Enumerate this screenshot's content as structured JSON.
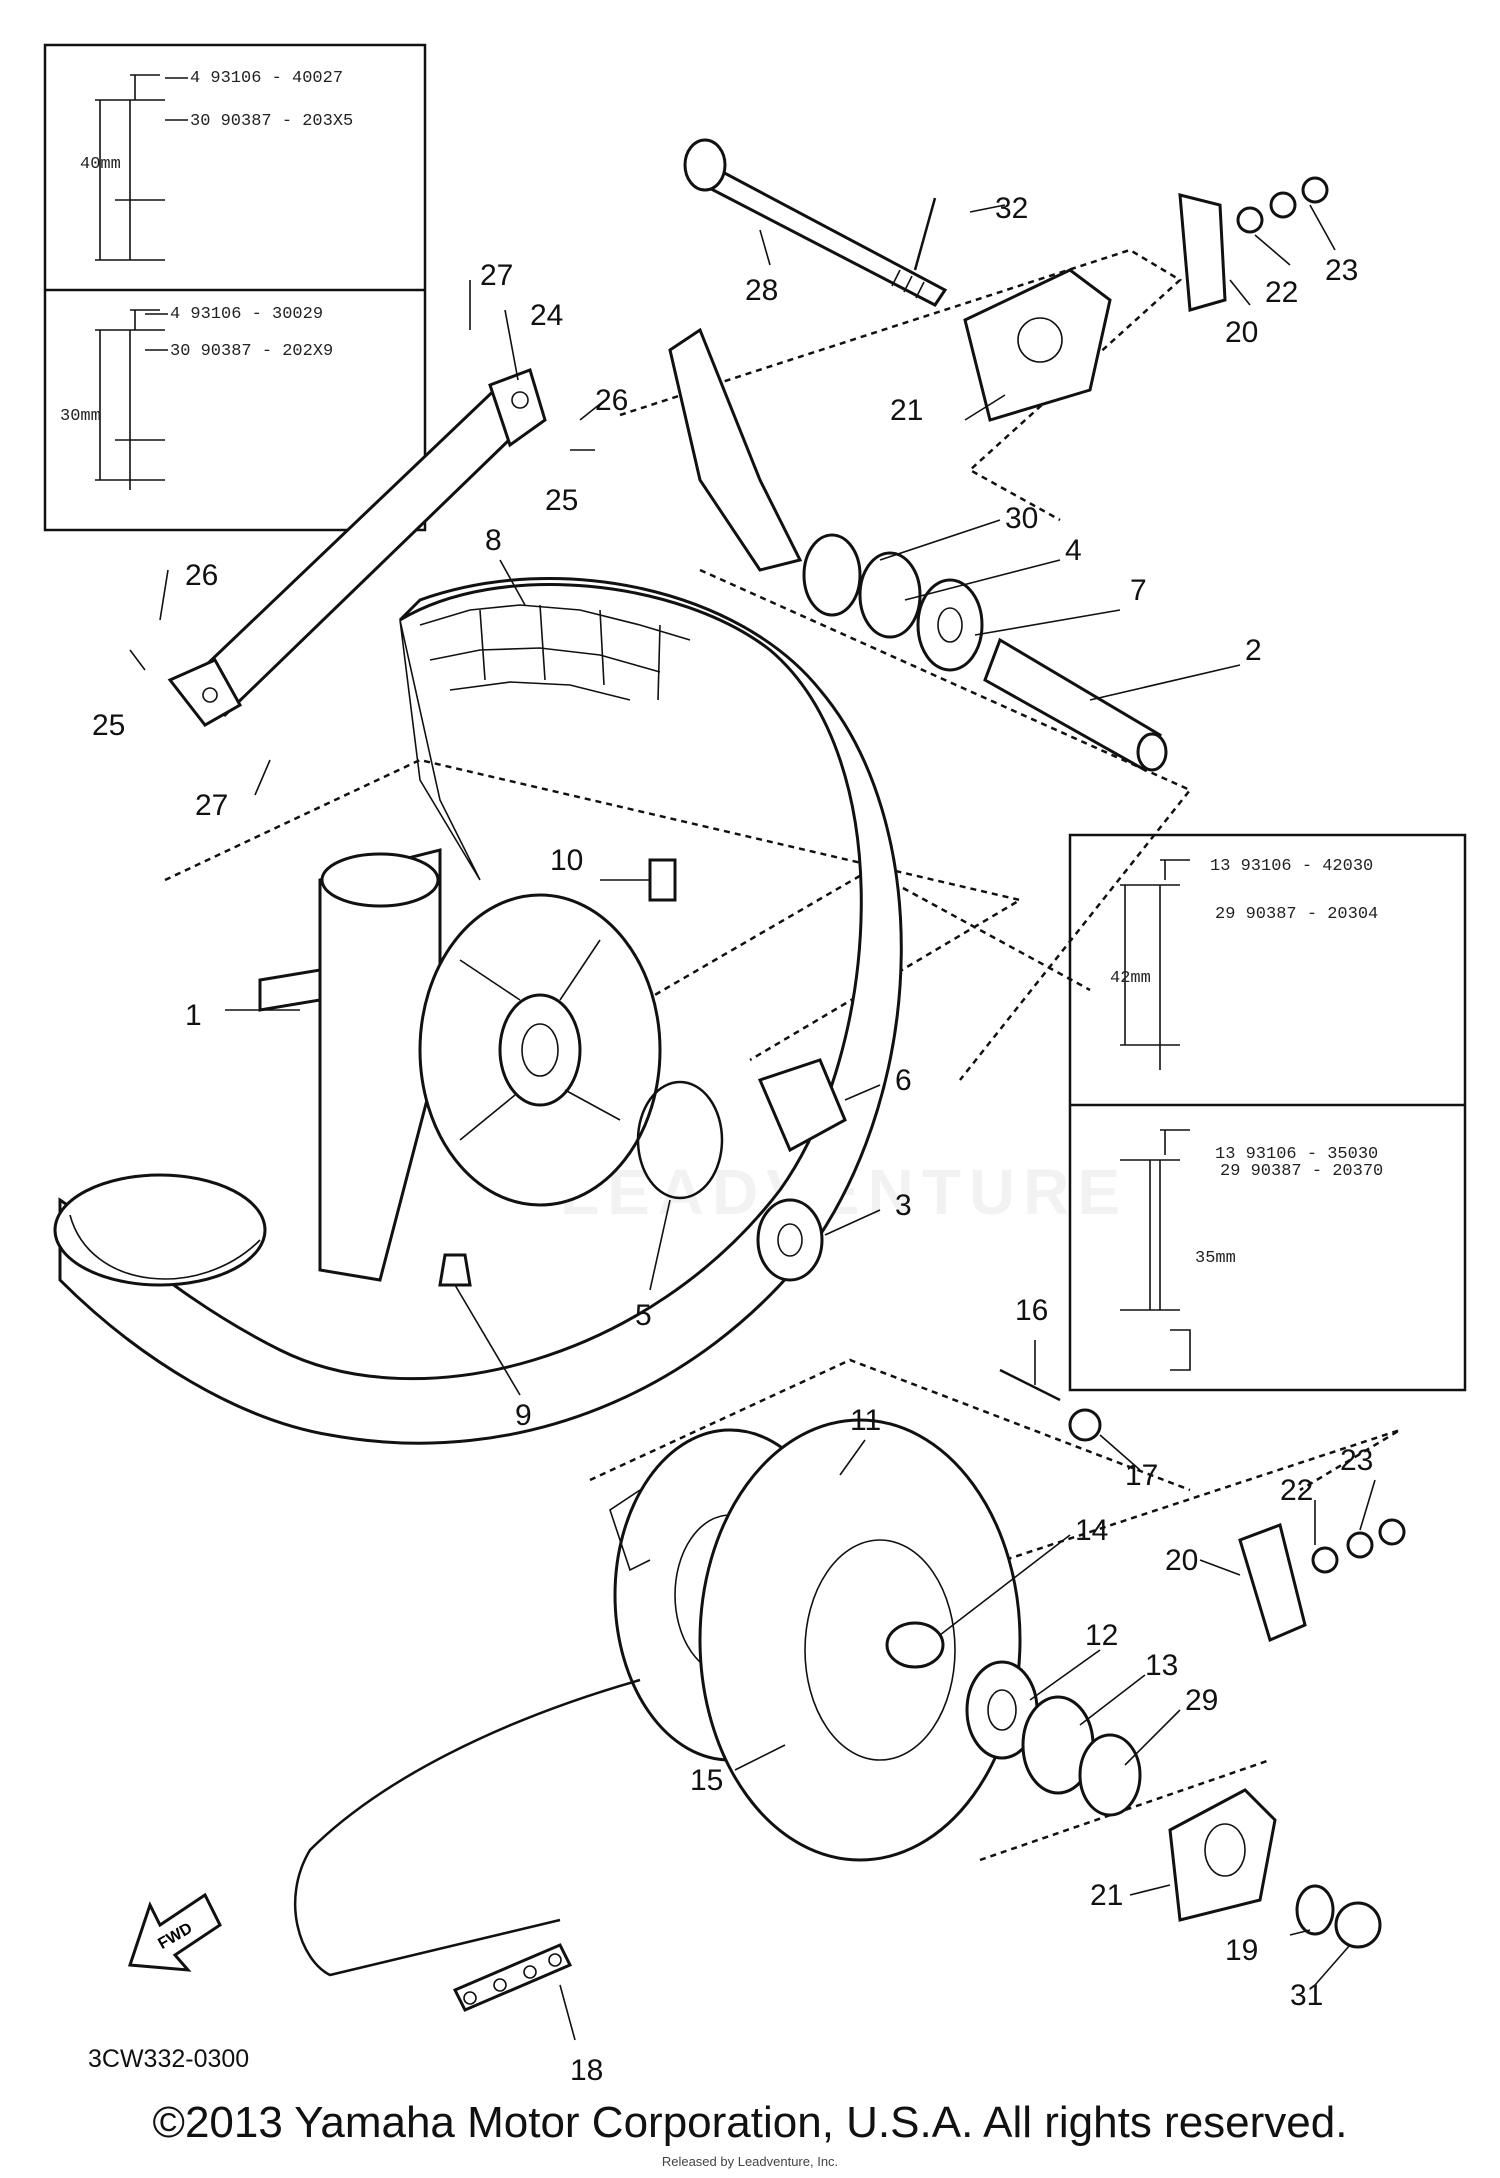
{
  "copyright": "©2013 Yamaha Motor Corporation, U.S.A. All rights reserved.",
  "released_by": "Released by Leadventure, Inc.",
  "drawing_code": "3CW332-0300",
  "watermark": "LEADVENTURE",
  "fwd_label": "FWD",
  "callouts": [
    "1",
    "2",
    "3",
    "4",
    "5",
    "6",
    "7",
    "8",
    "9",
    "10",
    "11",
    "12",
    "13",
    "14",
    "15",
    "16",
    "17",
    "18",
    "19",
    "20",
    "20",
    "21",
    "21",
    "22",
    "22",
    "23",
    "23",
    "24",
    "25",
    "25",
    "26",
    "26",
    "27",
    "27",
    "28",
    "29",
    "30",
    "31",
    "32"
  ],
  "insets": {
    "top_a": {
      "part_upper": "4  93106 - 40027",
      "part_lower": "30  90387 - 203X5",
      "dimension": "40mm"
    },
    "top_b": {
      "part_upper": "4  93106 - 30029",
      "part_lower": "30  90387 - 202X9",
      "dimension": "30mm"
    },
    "right_a": {
      "part_upper": "13  93106 - 42030",
      "part_lower": "29  90387 - 20304",
      "dimension": "42mm"
    },
    "right_b": {
      "part_upper": "13  93106 - 35030",
      "part_lower": "29  90387 - 20370",
      "dimension": "35mm"
    }
  }
}
